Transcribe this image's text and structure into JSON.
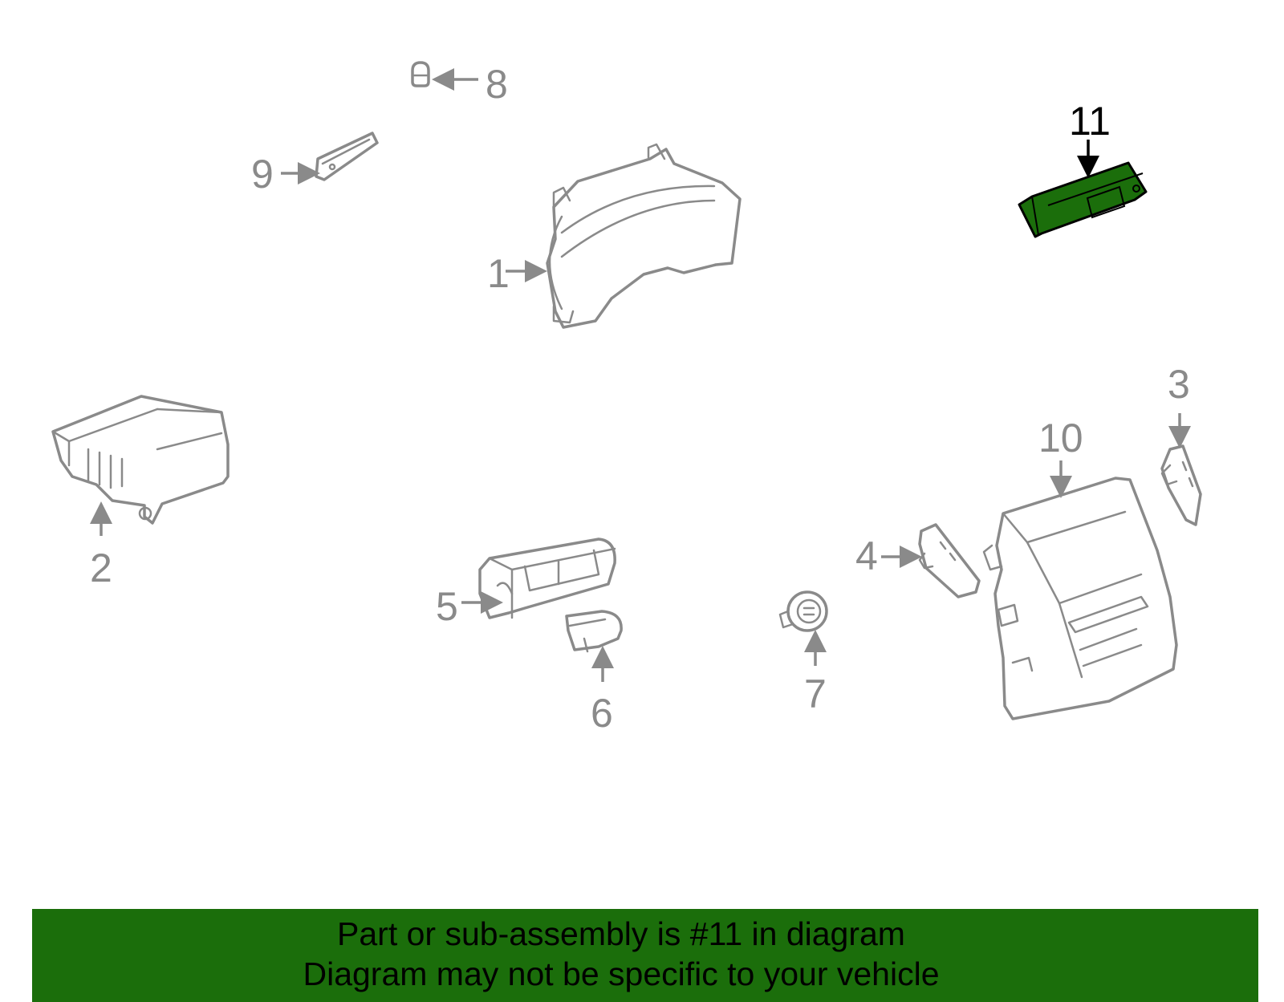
{
  "colors": {
    "highlight_fill": "#1b6e0b",
    "part_stroke": "#8a8a8a",
    "active_text": "#000000",
    "banner_bg": "#1b6e0b"
  },
  "callouts": {
    "c1": "1",
    "c2": "2",
    "c3": "3",
    "c4": "4",
    "c5": "5",
    "c6": "6",
    "c7": "7",
    "c8": "8",
    "c9": "9",
    "c10": "10",
    "c11": "11"
  },
  "highlighted_part": "11",
  "banner": {
    "line1": "Part or sub-assembly is #11 in diagram",
    "line2": "Diagram may not be specific to your vehicle"
  }
}
